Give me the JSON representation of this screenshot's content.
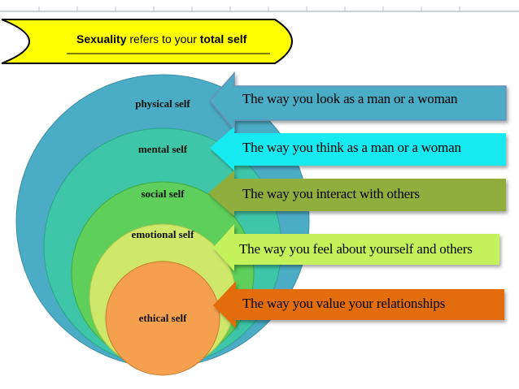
{
  "banner": {
    "prefix_bold": "Sexuality",
    "middle": " refers to your ",
    "suffix_bold": "total self"
  },
  "layers": [
    {
      "label": "physical self",
      "description": "The way you look as a man or a woman",
      "ring_color": "#4bacc6",
      "arrow_color": "#4bacc6"
    },
    {
      "label": "mental self",
      "description": "The way you think as a man or a woman",
      "ring_color": "#3ec6a8",
      "arrow_color": "#19e9ef"
    },
    {
      "label": "social self",
      "description": "The way you interact with others",
      "ring_color": "#5ecf5a",
      "arrow_color": "#8fae3c"
    },
    {
      "label": "emotional self",
      "description": "The way you feel about yourself and others",
      "ring_color": "#cfe86a",
      "arrow_color": "#c4f25a"
    },
    {
      "label": "ethical self",
      "description": "The way you value your relationships",
      "ring_color": "#f4a04f",
      "arrow_color": "#e36c0a"
    }
  ],
  "banner_color": "#ffff00"
}
